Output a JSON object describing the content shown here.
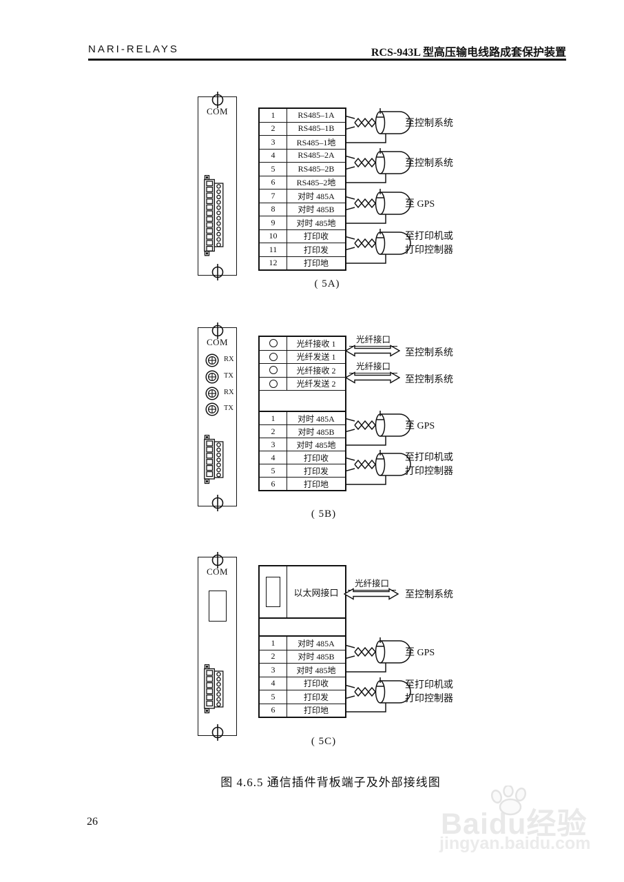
{
  "header": {
    "brand": "NARI-RELAYS",
    "doc_title": "RCS-943L 型高压输电线路成套保护装置"
  },
  "panel": {
    "com_label": "COM",
    "optical_ports": [
      "RX",
      "TX",
      "RX",
      "TX"
    ]
  },
  "diagram_5a": {
    "caption": "( 5A)",
    "rows": [
      {
        "num": "1",
        "label": "RS485–1A"
      },
      {
        "num": "2",
        "label": "RS485–1B"
      },
      {
        "num": "3",
        "label": "RS485–1地"
      },
      {
        "num": "4",
        "label": "RS485–2A"
      },
      {
        "num": "5",
        "label": "RS485–2B"
      },
      {
        "num": "6",
        "label": "RS485–2地"
      },
      {
        "num": "7",
        "label": "对时 485A"
      },
      {
        "num": "8",
        "label": "对时 485B"
      },
      {
        "num": "9",
        "label": "对时 485地"
      },
      {
        "num": "10",
        "label": "打印收"
      },
      {
        "num": "11",
        "label": "打印发"
      },
      {
        "num": "12",
        "label": "打印地"
      }
    ],
    "destinations": [
      {
        "line1": "至控制系统"
      },
      {
        "line1": "至控制系统"
      },
      {
        "line1": "至 GPS"
      },
      {
        "line1": "至打印机或",
        "line2": "打印控制器"
      }
    ]
  },
  "diagram_5b": {
    "caption": "( 5B)",
    "fiber_rows": [
      {
        "label": "光纤接收 1"
      },
      {
        "label": "光纤发送 1"
      },
      {
        "label": "光纤接收 2"
      },
      {
        "label": "光纤发送 2"
      }
    ],
    "fiber_links": [
      {
        "port_label": "光纤接口",
        "dest": "至控制系统"
      },
      {
        "port_label": "光纤接口",
        "dest": "至控制系统"
      }
    ],
    "rows": [
      {
        "num": "1",
        "label": "对时 485A"
      },
      {
        "num": "2",
        "label": "对时 485B"
      },
      {
        "num": "3",
        "label": "对时 485地"
      },
      {
        "num": "4",
        "label": "打印收"
      },
      {
        "num": "5",
        "label": "打印发"
      },
      {
        "num": "6",
        "label": "打印地"
      }
    ],
    "destinations": [
      {
        "line1": "至 GPS"
      },
      {
        "line1": "至打印机或",
        "line2": "打印控制器"
      }
    ]
  },
  "diagram_5c": {
    "caption": "( 5C)",
    "ethernet_label": "以太网接口",
    "fiber_link": {
      "port_label": "光纤接口",
      "dest": "至控制系统"
    },
    "rows": [
      {
        "num": "1",
        "label": "对时 485A"
      },
      {
        "num": "2",
        "label": "对时 485B"
      },
      {
        "num": "3",
        "label": "对时 485地"
      },
      {
        "num": "4",
        "label": "打印收"
      },
      {
        "num": "5",
        "label": "打印发"
      },
      {
        "num": "6",
        "label": "打印地"
      }
    ],
    "destinations": [
      {
        "line1": "至 GPS"
      },
      {
        "line1": "至打印机或",
        "line2": "打印控制器"
      }
    ]
  },
  "figure_caption": "图 4.6.5 通信插件背板端子及外部接线图",
  "page_number": "26",
  "watermark": {
    "brand": "Baidu",
    "brand_cjk": "经验",
    "url": "jingyan.baidu.com"
  },
  "icons": {
    "screw": "slotted-screw-circle",
    "optical_port": "concentric-circles-with-cross",
    "fiber_terminal": "small-outline-circle",
    "shielded_cable": "twisted-pair-into-shield-cylinder",
    "fiber_link_arrow": "double-headed-outline-arrow",
    "ethernet_port": "rectangle-outline",
    "terminal_connector": "pin-strip-connector",
    "paw": "baidu-paw-print"
  },
  "colors": {
    "line": "#111111",
    "text": "#111111",
    "watermark": "#e9e9e9"
  }
}
